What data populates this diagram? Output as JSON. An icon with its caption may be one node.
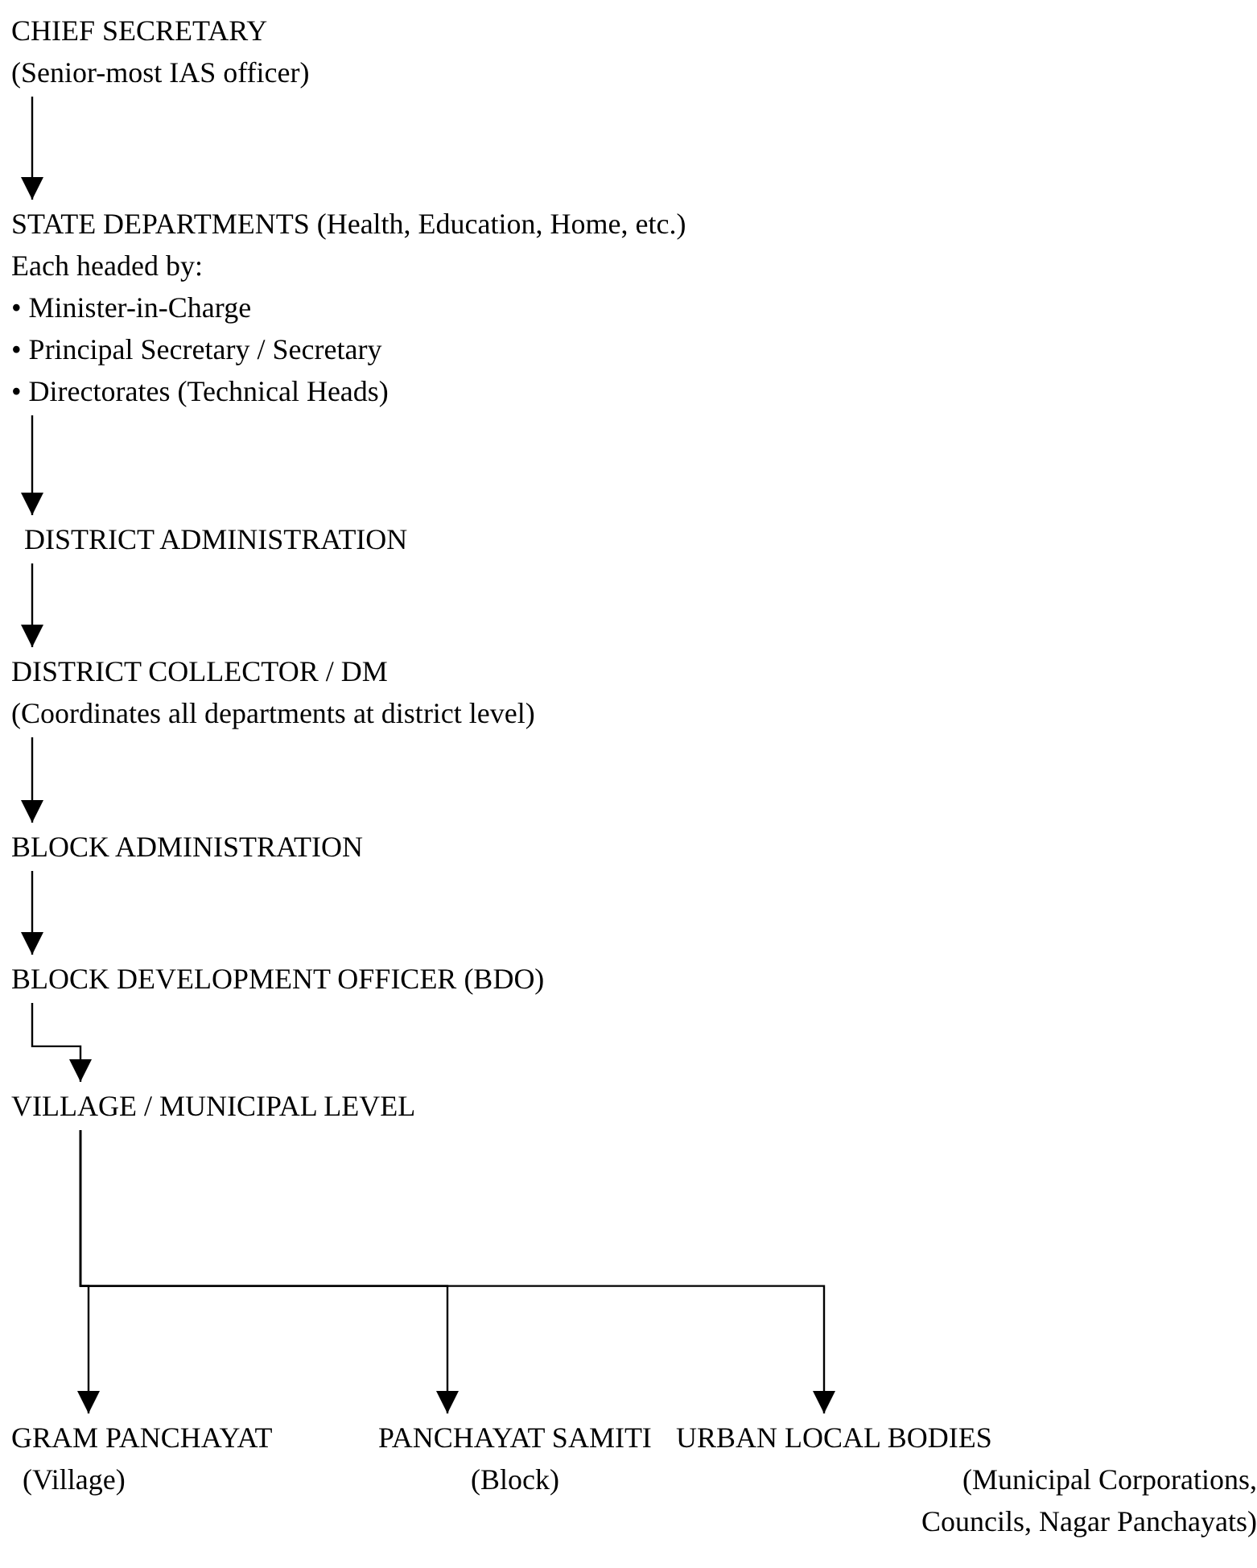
{
  "diagram": {
    "nodes": [
      {
        "text": [
          "CHIEF SECRETARY",
          "(Senior-most IAS officer)"
        ]
      },
      {
        "text": [
          "STATE DEPARTMENTS (Health, Education, Home, etc.)",
          "Each headed by:",
          "• Minister-in-Charge",
          "• Principal Secretary / Secretary",
          "• Directorates (Technical Heads)"
        ]
      },
      {
        "text": [
          "DISTRICT ADMINISTRATION"
        ]
      },
      {
        "text": [
          "DISTRICT COLLECTOR / DM",
          "(Coordinates all departments at district level)"
        ]
      },
      {
        "text": [
          "BLOCK ADMINISTRATION"
        ]
      },
      {
        "text": [
          "BLOCK DEVELOPMENT OFFICER (BDO)"
        ]
      },
      {
        "text": [
          "VILLAGE / MUNICIPAL LEVEL"
        ]
      },
      {
        "text": [
          "GRAM PANCHAYAT",
          "(Village)"
        ]
      },
      {
        "text": [
          "PANCHAYAT SAMITI",
          "(Block)"
        ]
      },
      {
        "text": [
          "URBAN LOCAL BODIES",
          "(Municipal Corporations, Councils, Nagar Panchayats)"
        ]
      }
    ],
    "edges": [
      {
        "from": 0,
        "to": 1,
        "arrow": "to"
      },
      {
        "from": 1,
        "to": 2,
        "arrow": "to"
      },
      {
        "from": 2,
        "to": 3,
        "arrow": "to"
      },
      {
        "from": 3,
        "to": 4,
        "arrow": "to"
      },
      {
        "from": 4,
        "to": 5,
        "arrow": "to"
      },
      {
        "from": 5,
        "to": 6,
        "arrow": "to"
      },
      {
        "from": 6,
        "to": 7,
        "arrow": "to"
      },
      {
        "from": 6,
        "to": 8,
        "arrow": "to"
      },
      {
        "from": 6,
        "to": 9,
        "arrow": "to"
      }
    ]
  }
}
